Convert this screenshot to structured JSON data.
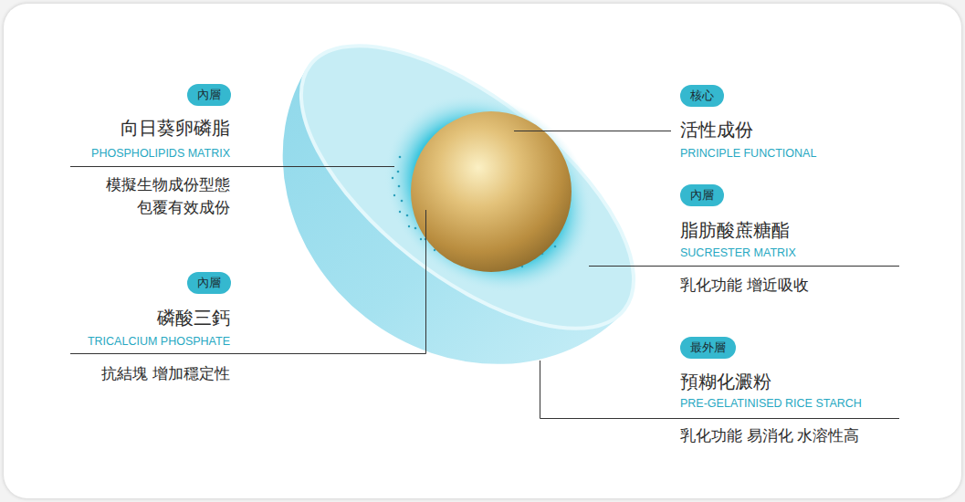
{
  "diagram": {
    "nodes": [
      {
        "text": [
          "內層"
        ]
      },
      {
        "text": [
          "核心"
        ]
      },
      {
        "text": [
          "內層"
        ]
      },
      {
        "text": [
          "內層"
        ]
      },
      {
        "text": [
          "最外層"
        ]
      }
    ],
    "labels": [
      "向日葵卵磷脂",
      "PHOSPHOLIPIDS MATRIX",
      "模擬生物成份型態 包覆有效成份",
      "活性成份",
      "PRINCIPLE FUNCTIONAL",
      "脂肪酸蔗糖酯",
      "SUCRESTER MATRIX",
      "乳化功能 增近吸收",
      "磷酸三鈣",
      "TRICALCIUM PHOSPHATE",
      "抗結塊 增加穩定性",
      "預糊化澱粉",
      "PRE-GELATINISED RICE STARCH",
      "乳化功能 易消化 水溶性高"
    ]
  }
}
